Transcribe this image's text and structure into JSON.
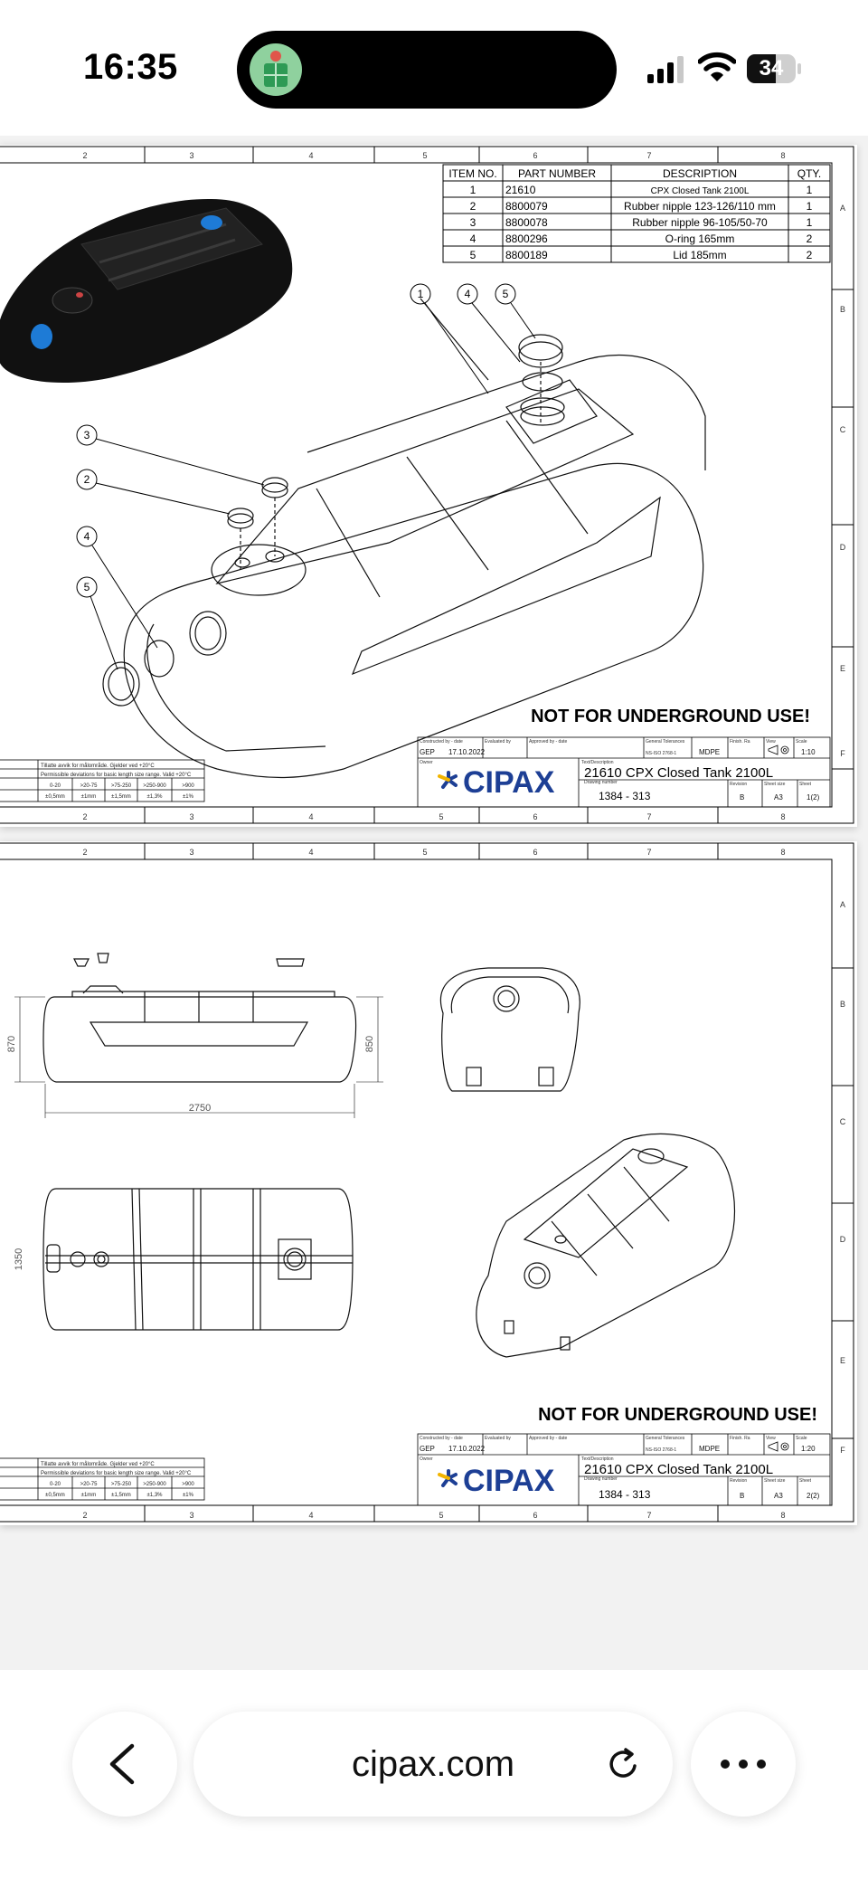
{
  "status_bar": {
    "time": "16:35",
    "battery": "34"
  },
  "browser": {
    "url": "cipax.com"
  },
  "drawing": {
    "bom": {
      "headers": [
        "ITEM NO.",
        "PART NUMBER",
        "DESCRIPTION",
        "QTY."
      ],
      "rows": [
        {
          "item": "1",
          "part": "21610",
          "desc": "CPX Closed Tank 2100L",
          "qty": "1"
        },
        {
          "item": "2",
          "part": "8800079",
          "desc": "Rubber nipple 123-126/110 mm",
          "qty": "1"
        },
        {
          "item": "3",
          "part": "8800078",
          "desc": "Rubber nipple 96-105/50-70",
          "qty": "1"
        },
        {
          "item": "4",
          "part": "8800296",
          "desc": "O-ring 165mm",
          "qty": "2"
        },
        {
          "item": "5",
          "part": "8800189",
          "desc": "Lid 185mm",
          "qty": "2"
        }
      ]
    },
    "balloons": [
      "1",
      "4",
      "5",
      "3",
      "2",
      "4",
      "5"
    ],
    "warning": "NOT FOR UNDERGROUND USE!",
    "col_labels": [
      "2",
      "3",
      "4",
      "5",
      "6",
      "7",
      "8"
    ],
    "row_labels": [
      "A",
      "B",
      "C",
      "D",
      "E",
      "F"
    ],
    "tolerance": {
      "title": "Tillatte avvik for målområde. Gjelder ved +20°C",
      "subtitle": "Permissible deviations for basic length size range. Valid +20°C",
      "ranges": [
        "0-20",
        ">20-75",
        ">75-250",
        ">250-900",
        ">900"
      ],
      "values": [
        "±0,5mm",
        "±1mm",
        "±1,5mm",
        "±1,3%",
        "±1%"
      ]
    },
    "dimensions": {
      "length": "2750",
      "height_left": "870",
      "height_right": "850",
      "width": "1350"
    },
    "sheets": [
      {
        "constructed_label": "Constructed by - date",
        "constructed_by": "GEP",
        "date": "17.10.2022",
        "evaluated_label": "Evaluated by",
        "approved_label": "Approved by - date",
        "general_tol_label": "General Tolerances",
        "general_tol": "NS-ISO 2768-1",
        "material": "MDPE",
        "finish_label": "Finish. Ra",
        "view_label": "View",
        "scale_label": "Scale",
        "scale": "1:10",
        "owner_label": "Owner",
        "desc_label": "Text/Description",
        "title": "21610 CPX Closed Tank 2100L",
        "drawing_no_label": "Drawing number",
        "drawing_no": "1384 - 313",
        "revision_label": "Revision",
        "revision": "B",
        "size_label": "Sheet size",
        "size": "A3",
        "sheet_label": "Sheet",
        "sheet": "1(2)"
      },
      {
        "constructed_label": "Constructed by - date",
        "constructed_by": "GEP",
        "date": "17.10.2022",
        "evaluated_label": "Evaluated by",
        "approved_label": "Approved by - date",
        "general_tol_label": "General Tolerances",
        "general_tol": "NS-ISO 2768-1",
        "material": "MDPE",
        "finish_label": "Finish. Ra",
        "view_label": "View",
        "scale_label": "Scale",
        "scale": "1:20",
        "owner_label": "Owner",
        "desc_label": "Text/Description",
        "title": "21610 CPX Closed Tank 2100L",
        "drawing_no_label": "Drawing number",
        "drawing_no": "1384 - 313",
        "revision_label": "Revision",
        "revision": "B",
        "size_label": "Sheet size",
        "size": "A3",
        "sheet_label": "Sheet",
        "sheet": "2(2)"
      }
    ],
    "brand": "CIPAX",
    "colors": {
      "brand_blue": "#1d3f95",
      "brand_yellow": "#f2b400"
    }
  }
}
